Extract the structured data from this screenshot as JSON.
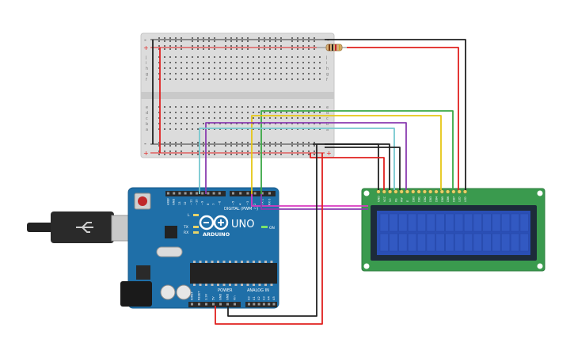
{
  "colors": {
    "breadboard": "#dcdcdc",
    "arduino": "#1f6fa8",
    "lcd_pcb": "#3a9a4e",
    "lcd_screen": "#2a4fb5",
    "wire_red": "#e0201f",
    "wire_black": "#222222",
    "wire_green": "#3aa845",
    "wire_yellow": "#e6c614",
    "wire_cyan": "#76c8cf",
    "wire_purple": "#8a3db0",
    "wire_magenta": "#d93ac0"
  },
  "arduino": {
    "brand": "ARDUINO",
    "model": "UNO",
    "digital_label": "DIGITAL (PWM ~)",
    "power_label": "POWER",
    "analog_label": "ANALOG IN",
    "on_label": "ON",
    "l_label": "L",
    "tx_label": "TX",
    "rx_label": "RX",
    "digital_pins": [
      "AREF",
      "GND",
      "13",
      "12",
      "~11",
      "~10",
      "~9",
      "8",
      "7",
      "~6",
      "~5",
      "4",
      "~3",
      "2",
      "TX 1",
      "RX 0"
    ],
    "power_pins": [
      "IOREF",
      "RESET",
      "3.3V",
      "5V",
      "GND",
      "GND",
      "Vin"
    ],
    "analog_pins": [
      "A0",
      "A1",
      "A2",
      "A3",
      "A4",
      "A5"
    ]
  },
  "lcd": {
    "pins": [
      "GND",
      "VCC",
      "V0",
      "RS",
      "RW",
      "E",
      "DB0",
      "DB1",
      "DB2",
      "DB3",
      "DB4",
      "DB5",
      "DB6",
      "DB7",
      "LED",
      "LED"
    ]
  },
  "breadboard": {
    "row_letters_top": [
      "j",
      "i",
      "h",
      "g",
      "f"
    ],
    "row_letters_bottom": [
      "e",
      "d",
      "c",
      "b",
      "a"
    ],
    "plus": "+",
    "minus": "-"
  }
}
